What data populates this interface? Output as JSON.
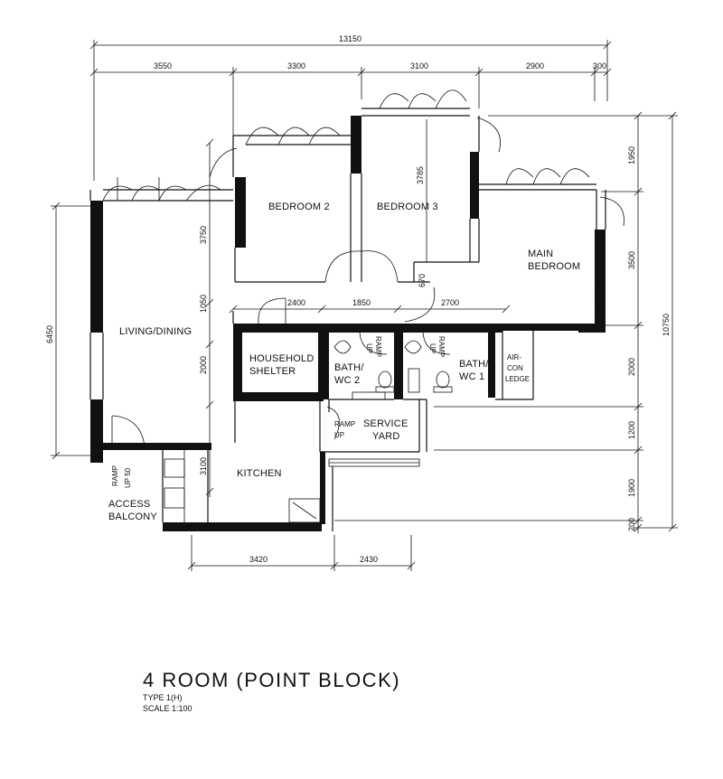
{
  "title": "4 ROOM (POINT BLOCK)",
  "type_label": "TYPE 1(H)",
  "scale_label": "SCALE  1:100",
  "rooms": {
    "bedroom2": "BEDROOM 2",
    "bedroom3": "BEDROOM 3",
    "main_bedroom_1": "MAIN",
    "main_bedroom_2": "BEDROOM",
    "living_dining": "LIVING/DINING",
    "household_shelter_1": "HOUSEHOLD",
    "household_shelter_2": "SHELTER",
    "bath_wc2_1": "BATH/",
    "bath_wc2_2": "WC  2",
    "bath_wc1_1": "BATH/",
    "bath_wc1_2": "WC  1",
    "aircon_1": "AIR-",
    "aircon_2": "CON",
    "aircon_3": "LEDGE",
    "service_yard_1": "SERVICE",
    "service_yard_2": "YARD",
    "kitchen": "KITCHEN",
    "access_balcony_1": "ACCESS",
    "access_balcony_2": "BALCONY"
  },
  "ramps": {
    "ramp_up": "RAMP",
    "up": "UP",
    "ramp_50": "RAMP",
    "up_50": "UP 50"
  },
  "dimensions": {
    "top_total": "13150",
    "top_1": "3550",
    "top_2": "3300",
    "top_3": "3100",
    "top_4": "2900",
    "top_5": "300",
    "mid_1": "2400",
    "mid_2": "1850",
    "mid_3": "2700",
    "bottom_1": "3420",
    "bottom_2": "2430",
    "left_total": "6450",
    "left_1": "3750",
    "left_2": "1050",
    "left_3": "2000",
    "left_4": "3100",
    "bed3_height": "3785",
    "door_670": "670",
    "right_total": "10750",
    "right_1": "1950",
    "right_2": "3500",
    "right_3": "2000",
    "right_4": "1200",
    "right_5": "1900",
    "right_6": "200"
  }
}
